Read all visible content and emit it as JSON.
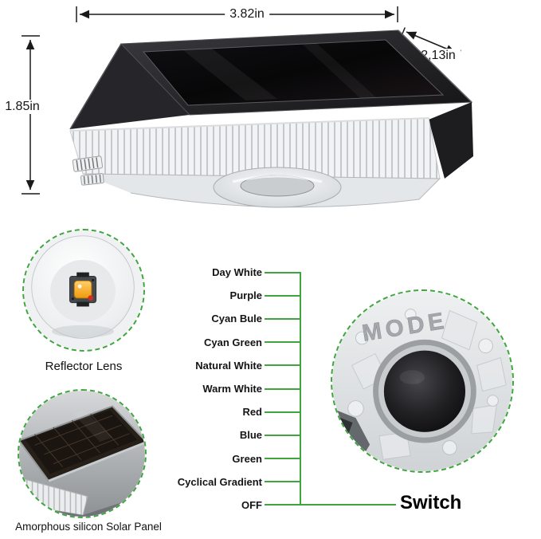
{
  "annotations": {
    "width": "3.82in",
    "depth": "2,13in",
    "height": "1.85in"
  },
  "modes": [
    "Day White",
    "Purple",
    "Cyan Bule",
    "Cyan Green",
    "Natural White",
    "Warm White",
    "Red",
    "Blue",
    "Green",
    "Cyclical Gradient",
    "OFF"
  ],
  "callouts": {
    "reflector": "Reflector Lens",
    "solar_panel": "Amorphous silicon Solar Panel",
    "switch": "Switch",
    "mode_button": "MODE"
  },
  "colors": {
    "accent": "#3fa63f",
    "dimension_line": "#1a1a1a"
  }
}
